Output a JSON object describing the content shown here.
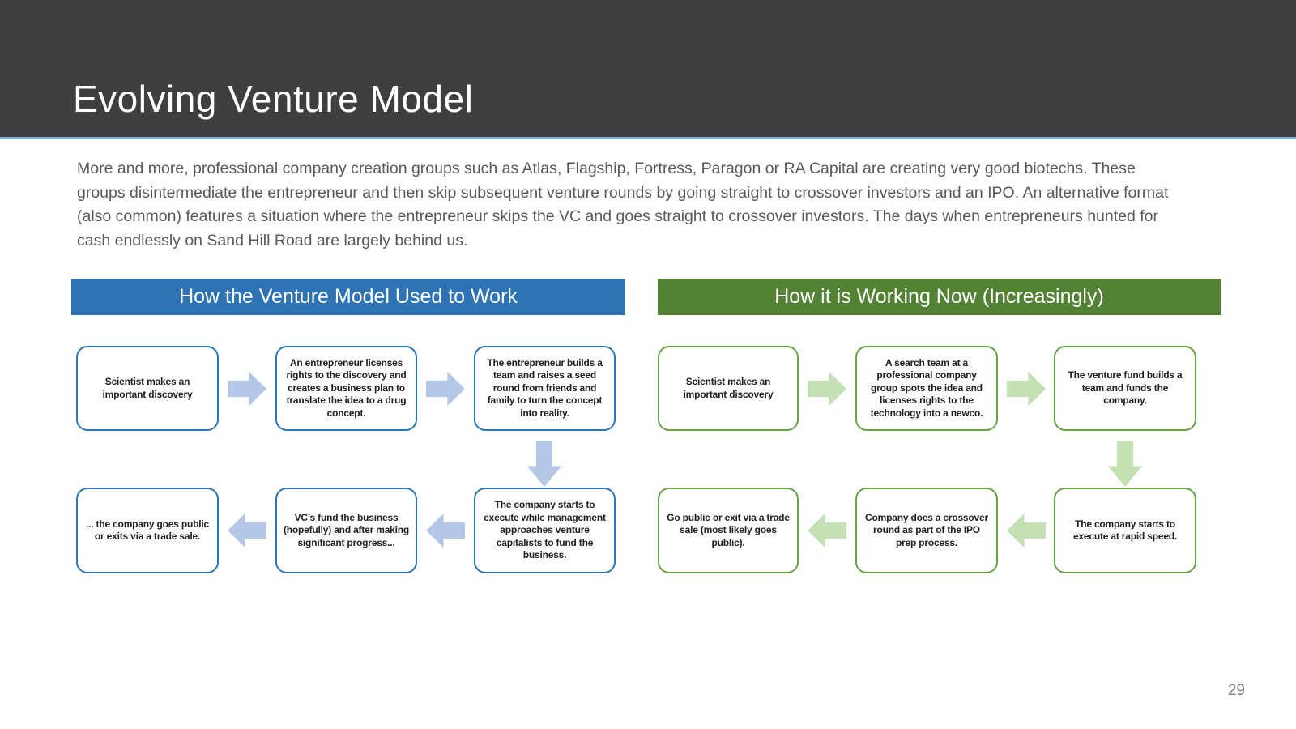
{
  "slide": {
    "title": "Evolving Venture Model",
    "page_number": "29",
    "intro": "More and more, professional company creation groups such as Atlas, Flagship, Fortress, Paragon or RA Capital are creating very good biotechs. These groups disintermediate the entrepreneur and then skip subsequent venture rounds by going straight to crossover investors and an IPO. An alternative format (also common) features a situation where the entrepreneur skips the VC and goes straight to crossover investors. The days when entrepreneurs hunted for cash endlessly on Sand Hill Road are largely behind us."
  },
  "colors": {
    "header_bg": "#3F3F3F",
    "header_underline": "#7FADDB",
    "blue_banner_bg": "#2E74B5",
    "green_banner_bg": "#548235",
    "blue_box_border": "#2E75B6",
    "blue_arrow_fill": "#B4C7E7",
    "green_box_border": "#66A344",
    "green_arrow_fill": "#C5E0B4",
    "body_text": "#595959"
  },
  "old_model": {
    "banner": "How the Venture Model Used to Work",
    "steps": {
      "s1": "Scientist makes an important discovery",
      "s2": "An entrepreneur licenses rights to the discovery and creates a business plan to translate the idea to a drug concept.",
      "s3": "The entrepreneur builds a team and raises a seed round from friends and family to turn the concept into reality.",
      "s4": "The company starts to execute while management approaches venture capitalists to fund the business.",
      "s5": "VC’s fund the business (hopefully) and after making significant progress...",
      "s6": "... the company goes public or exits via a trade sale."
    }
  },
  "new_model": {
    "banner": "How it is Working Now (Increasingly)",
    "steps": {
      "s1": "Scientist makes an important discovery",
      "s2": "A search team at a professional company group spots the idea and licenses rights to the technology into a newco.",
      "s3": "The venture fund builds a team and funds the company.",
      "s4": "The company starts to execute at rapid speed.",
      "s5": "Company does a crossover round as part of the IPO prep process.",
      "s6": "Go public or exit via a trade sale (most likely goes public)."
    }
  }
}
